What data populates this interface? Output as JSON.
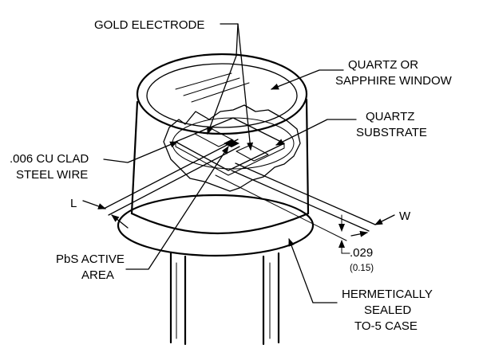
{
  "labels": {
    "gold_electrode": "GOLD ELECTRODE",
    "window_line1": "QUARTZ OR",
    "window_line2": "SAPPHIRE WINDOW",
    "substrate_line1": "QUARTZ",
    "substrate_line2": "SUBSTRATE",
    "wire_line1": ".006 CU CLAD",
    "wire_line2": "STEEL WIRE",
    "dim_l": "L",
    "dim_w": "W",
    "dim_thickness": ".029",
    "dim_thickness_metric": "(0.15)",
    "pbs_line1": "PbS ACTIVE",
    "pbs_line2": "AREA",
    "case_line1": "HERMETICALLY",
    "case_line2": "SEALED",
    "case_line3": "TO-5 CASE"
  }
}
